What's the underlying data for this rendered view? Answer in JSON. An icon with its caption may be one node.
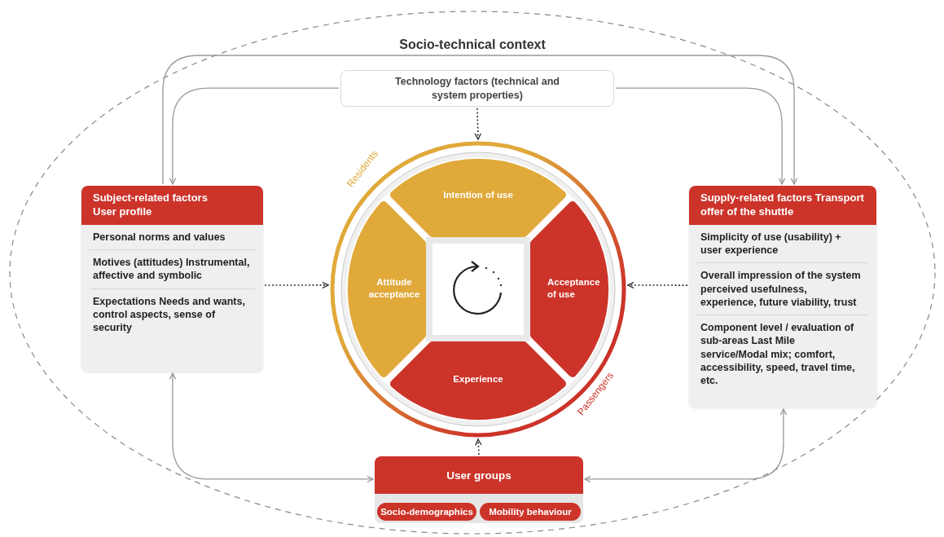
{
  "diagram": {
    "nodes": [
      {
        "text": [
          "Socio-technical context"
        ]
      },
      {
        "text": [
          "Technology factors (technical and system properties)"
        ],
        "in": 0
      },
      {
        "text": [
          "Subject-related factors User profile",
          "Personal norms and values",
          "Motives (attitudes) Instrumental, affective and symbolic",
          "Expectations Needs and wants, control aspects, sense of security"
        ],
        "in": 0
      },
      {
        "text": [
          "Supply-related factors Transport offer of the shuttle",
          "Simplicity of use (usability) + user experience",
          "Overall impression of the system perceived usefulness, experience, future viability, trust",
          "Component level / evaluation of sub-areas Last Mile service/Modal mix; comfort, accessibility, speed, travel time, etc."
        ],
        "in": 0
      },
      {
        "text": [
          "Residents",
          "Passengers"
        ],
        "in": 0
      },
      {
        "text": [
          "Intention of use"
        ],
        "in": 4
      },
      {
        "text": [
          "Attitude acceptance"
        ],
        "in": 4
      },
      {
        "text": [
          "Acceptance of use"
        ],
        "in": 4
      },
      {
        "text": [
          "Experience"
        ],
        "in": 4
      },
      {
        "text": [
          "User groups"
        ],
        "in": 0
      },
      {
        "text": [
          "Socio-demographics"
        ],
        "in": 9
      },
      {
        "text": [
          "Mobility behaviour"
        ],
        "in": 9
      }
    ],
    "edges": [
      {
        "from": 1,
        "to": 4,
        "arrow": "to",
        "style": "dashed",
        "color": "#333333"
      },
      {
        "from": 2,
        "to": 4,
        "arrow": "to",
        "style": "dashed",
        "color": "#333333"
      },
      {
        "from": 3,
        "to": 4,
        "arrow": "to",
        "style": "dashed",
        "color": "#333333"
      },
      {
        "from": 9,
        "to": 4,
        "arrow": "to",
        "style": "dashed",
        "color": "#333333"
      },
      {
        "from": 2,
        "to": 3,
        "arrow": "to"
      },
      {
        "from": 1,
        "to": 2,
        "arrow": "to"
      },
      {
        "from": 1,
        "to": 3,
        "arrow": "to"
      },
      {
        "from": 2,
        "to": 9,
        "arrow": "both"
      },
      {
        "from": 3,
        "to": 9,
        "arrow": "both"
      }
    ]
  }
}
